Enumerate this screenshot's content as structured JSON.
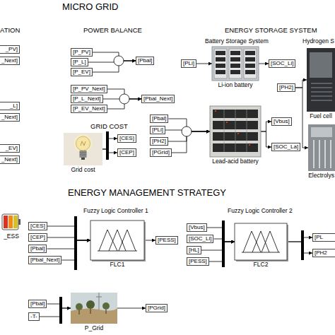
{
  "diagram": {
    "title": "MICRO GRID",
    "nodes": [
      {
        "text": [
          "_PV]"
        ]
      },
      {
        "text": [
          "_Next]"
        ]
      },
      {
        "text": [
          "_L]"
        ]
      },
      {
        "text": [
          "_Next]"
        ]
      },
      {
        "text": [
          "_EV]"
        ]
      },
      {
        "text": [
          "_Next]"
        ]
      },
      {
        "text": [
          "[P_PV]"
        ]
      },
      {
        "text": [
          "[P_L]"
        ]
      },
      {
        "text": [
          "[P_EV]"
        ]
      },
      {
        "text": [
          "[Pbal]"
        ]
      },
      {
        "text": [
          "[P_PV_Next]"
        ]
      },
      {
        "text": [
          "[P_L_Next]"
        ]
      },
      {
        "text": [
          "[P_EV_Next]"
        ]
      },
      {
        "text": [
          "[Pbal_Next]"
        ]
      },
      {
        "text": [
          "Grid cost"
        ]
      },
      {
        "text": [
          "[CES]"
        ]
      },
      {
        "text": [
          "[CEP]"
        ]
      },
      {
        "text": [
          "[PLi]"
        ]
      },
      {
        "text": [
          "Li-ion battery"
        ]
      },
      {
        "text": [
          "[SOC_Li]"
        ]
      },
      {
        "text": [
          "[Pbal]"
        ]
      },
      {
        "text": [
          "[PLi]"
        ]
      },
      {
        "text": [
          "[PH2]"
        ]
      },
      {
        "text": [
          "[PGrid]"
        ]
      },
      {
        "text": [
          "Lead-acid battery"
        ]
      },
      {
        "text": [
          "[Vbus]"
        ]
      },
      {
        "text": [
          "[SOC_La]"
        ]
      },
      {
        "text": [
          "[PH2]"
        ]
      },
      {
        "text": [
          "Fuel cell"
        ]
      },
      {
        "text": [
          "Electrolys"
        ]
      },
      {
        "text": [
          "_ESS"
        ]
      },
      {
        "text": [
          "[CES]"
        ]
      },
      {
        "text": [
          "[CEP]"
        ]
      },
      {
        "text": [
          "[Pbal]"
        ]
      },
      {
        "text": [
          "[Pbal_Next]"
        ]
      },
      {
        "text": [
          "FLC1"
        ]
      },
      {
        "text": [
          "[PESS]"
        ]
      },
      {
        "text": [
          "[Vbus]"
        ]
      },
      {
        "text": [
          "[SOC_Li]"
        ]
      },
      {
        "text": [
          "[HL]"
        ]
      },
      {
        "text": [
          "[PESS]"
        ]
      },
      {
        "text": [
          "FLC2"
        ]
      },
      {
        "text": [
          "[PL"
        ]
      },
      {
        "text": [
          "[PH2"
        ]
      },
      {
        "text": [
          "[Pbal]"
        ]
      },
      {
        "text": [
          "-T-"
        ]
      },
      {
        "text": [
          "P_Grid"
        ]
      },
      {
        "text": [
          "[PGrid]"
        ]
      }
    ],
    "edges": [
      {
        "from": 6,
        "to": 9,
        "arrow": "to"
      },
      {
        "from": 7,
        "to": 9,
        "arrow": "to"
      },
      {
        "from": 8,
        "to": 9,
        "arrow": "to"
      },
      {
        "from": 10,
        "to": 13,
        "arrow": "to"
      },
      {
        "from": 11,
        "to": 13,
        "arrow": "to"
      },
      {
        "from": 12,
        "to": 13,
        "arrow": "to"
      },
      {
        "from": 14,
        "to": 15,
        "arrow": "to"
      },
      {
        "from": 14,
        "to": 16,
        "arrow": "to"
      },
      {
        "from": 17,
        "to": 18,
        "arrow": "to"
      },
      {
        "from": 18,
        "to": 19,
        "arrow": "to"
      },
      {
        "from": 20,
        "to": 24,
        "arrow": "to"
      },
      {
        "from": 21,
        "to": 24,
        "arrow": "to"
      },
      {
        "from": 22,
        "to": 24,
        "arrow": "to"
      },
      {
        "from": 23,
        "to": 24,
        "arrow": "to"
      },
      {
        "from": 24,
        "to": 25,
        "arrow": "to"
      },
      {
        "from": 24,
        "to": 26,
        "arrow": "to"
      },
      {
        "from": 27,
        "to": 28,
        "arrow": "to"
      },
      {
        "from": 27,
        "to": 29,
        "arrow": "to"
      },
      {
        "from": 31,
        "to": 35,
        "arrow": "to"
      },
      {
        "from": 32,
        "to": 35,
        "arrow": "to"
      },
      {
        "from": 33,
        "to": 35,
        "arrow": "to"
      },
      {
        "from": 34,
        "to": 35,
        "arrow": "to"
      },
      {
        "from": 35,
        "to": 36,
        "arrow": "to"
      },
      {
        "from": 37,
        "to": 41,
        "arrow": "to"
      },
      {
        "from": 38,
        "to": 41,
        "arrow": "to"
      },
      {
        "from": 39,
        "to": 41,
        "arrow": "to"
      },
      {
        "from": 40,
        "to": 41,
        "arrow": "to"
      },
      {
        "from": 41,
        "to": 42,
        "arrow": "to"
      },
      {
        "from": 41,
        "to": 43,
        "arrow": "to"
      },
      {
        "from": 44,
        "to": 46,
        "arrow": "to"
      },
      {
        "from": 45,
        "to": 46,
        "arrow": "to"
      },
      {
        "from": 46,
        "to": 47,
        "arrow": "to"
      }
    ],
    "labels": [
      "ATION",
      "POWER BALANCE",
      "ENERGY STORAGE SYSTEM",
      "GRID COST",
      "Battery Storage System",
      "Hydrogen S",
      "ENERGY MANAGEMENT STRATEGY",
      "Fuzzy Logic Controller 1",
      "Fuzzy Logic Controller 2"
    ]
  }
}
